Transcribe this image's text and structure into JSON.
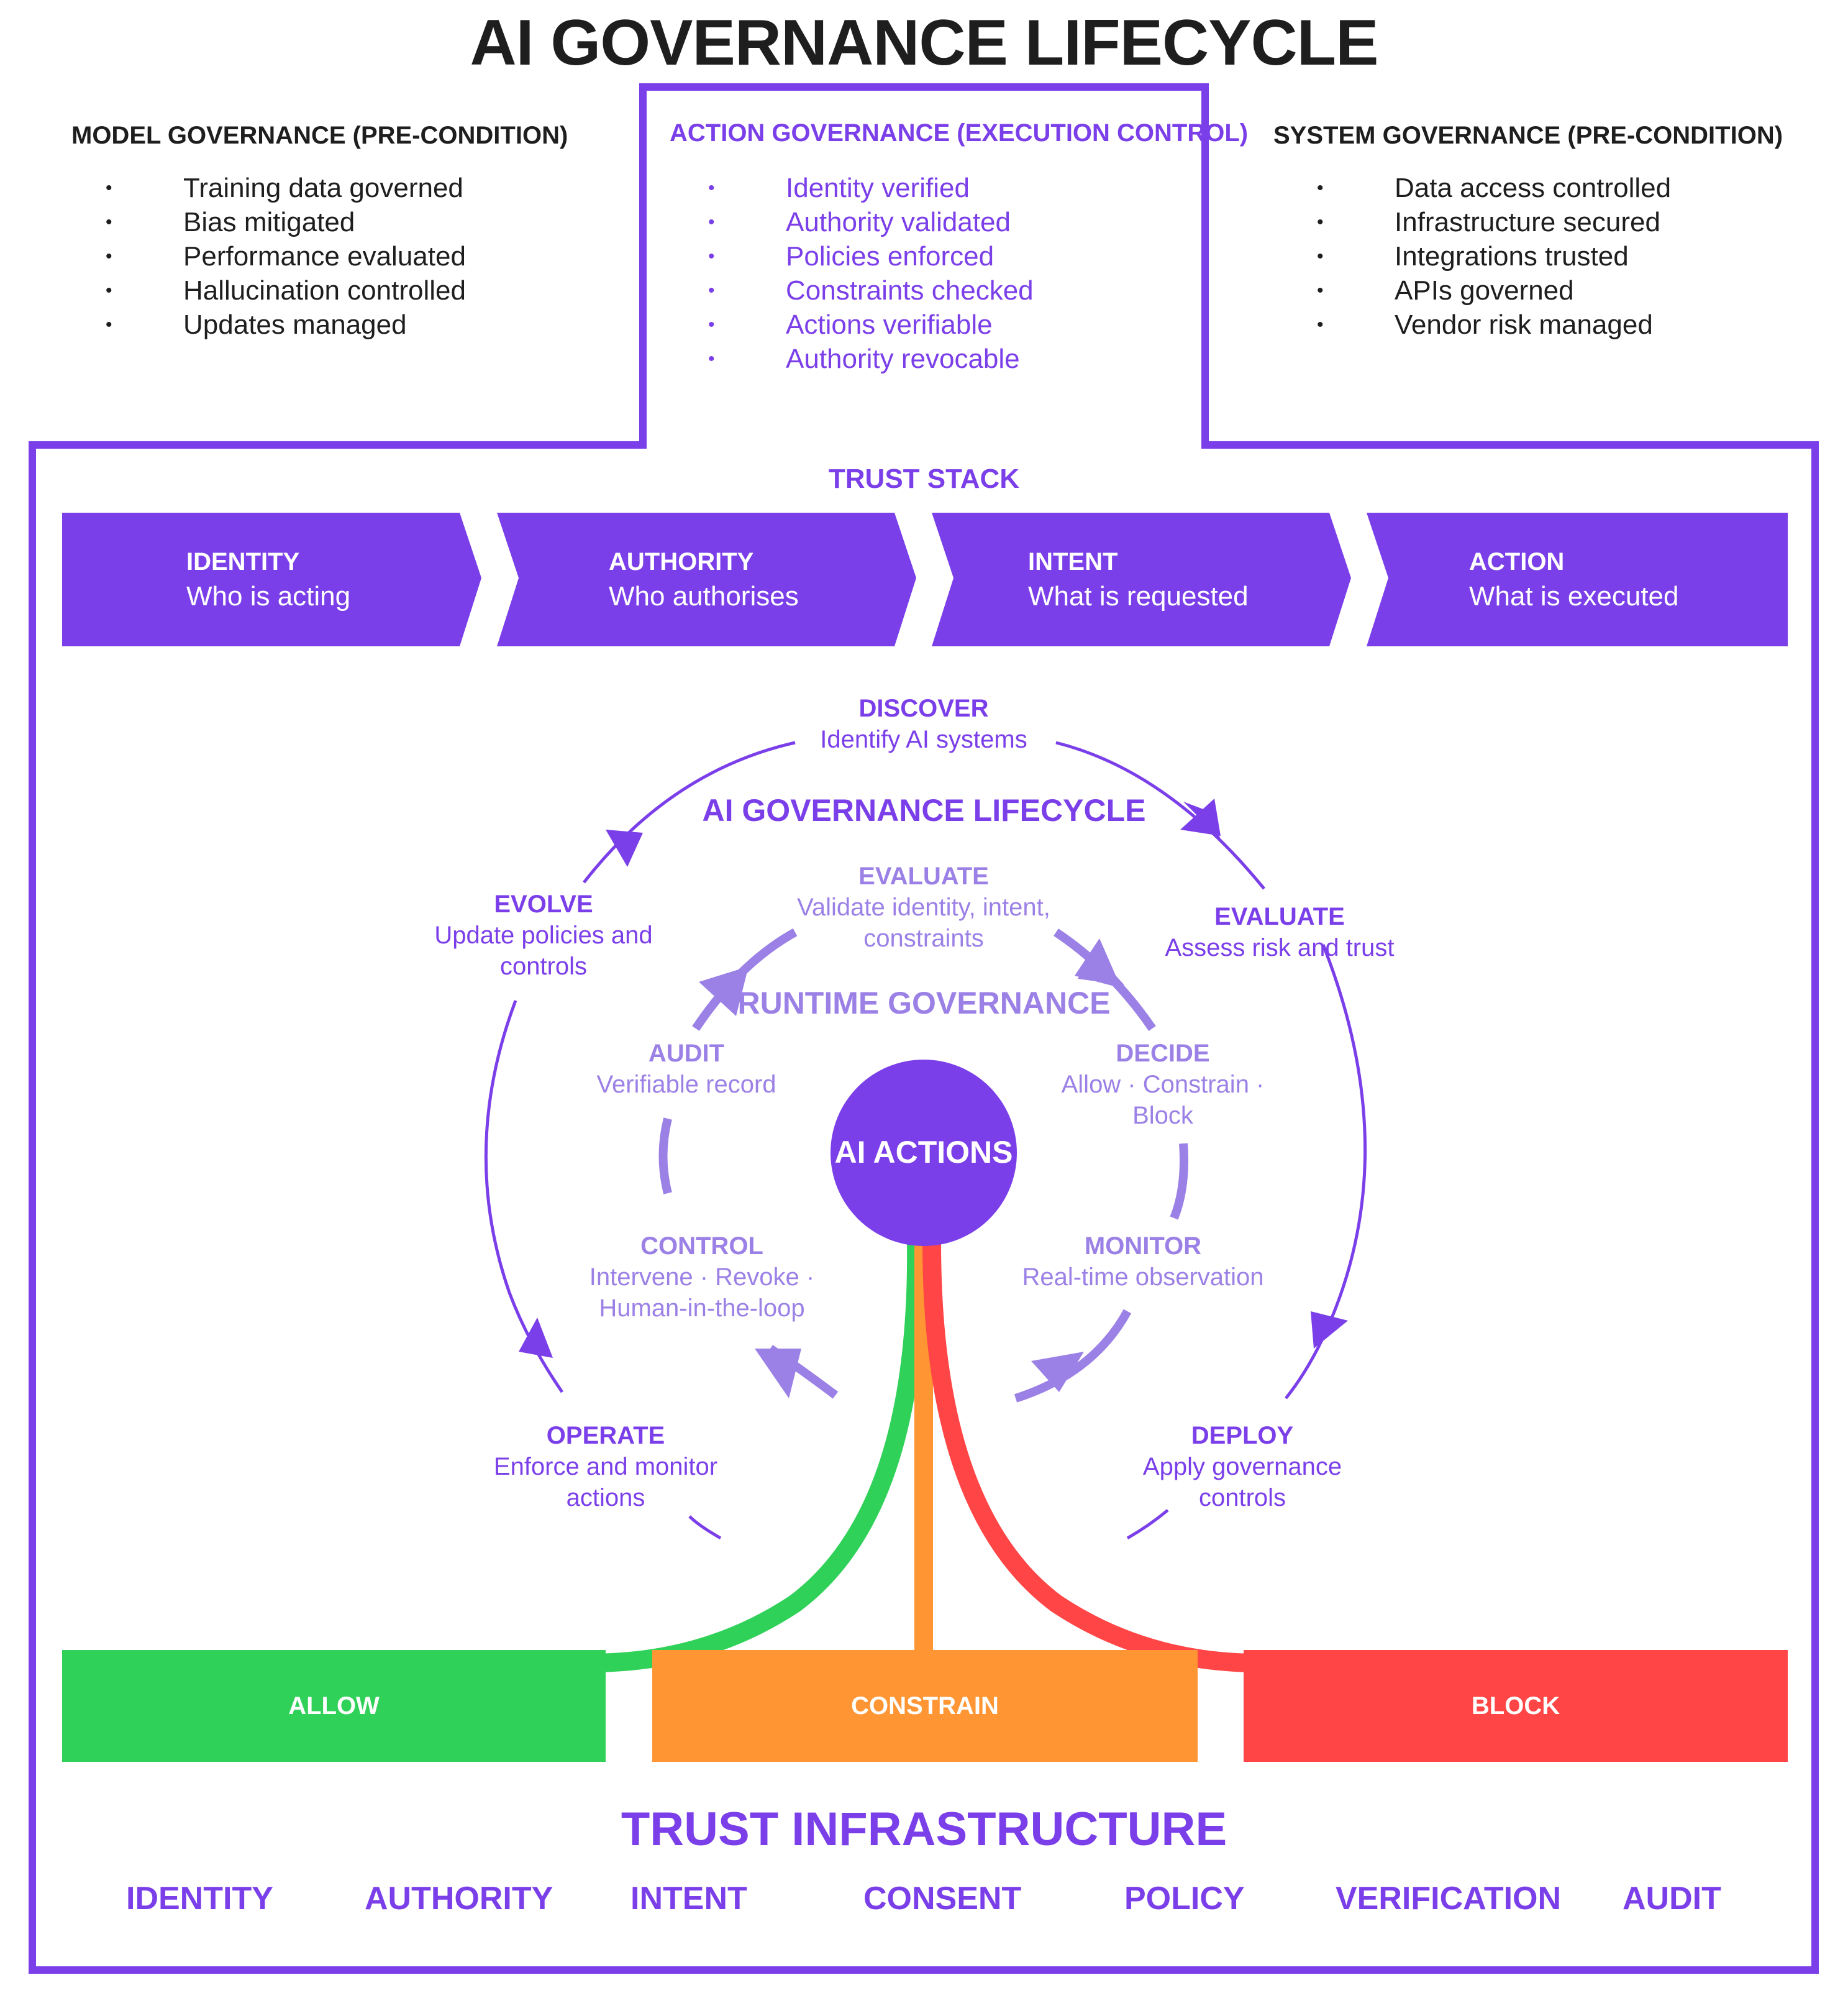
{
  "title": "AI GOVERNANCE LIFECYCLE",
  "columns": {
    "model": {
      "title": "MODEL GOVERNANCE (PRE-CONDITION)",
      "items": [
        "Training data governed",
        "Bias mitigated",
        "Performance evaluated",
        "Hallucination controlled",
        "Updates managed"
      ]
    },
    "action": {
      "title": "ACTION GOVERNANCE (EXECUTION CONTROL)",
      "items": [
        "Identity verified",
        "Authority validated",
        "Policies enforced",
        "Constraints checked",
        "Actions verifiable",
        "Authority revocable"
      ]
    },
    "system": {
      "title": "SYSTEM GOVERNANCE (PRE-CONDITION)",
      "items": [
        "Data access controlled",
        "Infrastructure secured",
        "Integrations trusted",
        "APIs governed",
        "Vendor risk managed"
      ]
    }
  },
  "trust_stack": {
    "title": "TRUST STACK",
    "steps": [
      {
        "label": "IDENTITY",
        "desc": "Who is acting"
      },
      {
        "label": "AUTHORITY",
        "desc": "Who authorises"
      },
      {
        "label": "INTENT",
        "desc": "What is requested"
      },
      {
        "label": "ACTION",
        "desc": "What is executed"
      }
    ]
  },
  "lifecycle": {
    "title": "AI GOVERNANCE LIFECYCLE",
    "discover": {
      "label": "DISCOVER",
      "desc": "Identify AI systems"
    },
    "evaluate": {
      "label": "EVALUATE",
      "desc": "Assess risk and trust"
    },
    "deploy": {
      "label": "DEPLOY",
      "desc1": "Apply governance",
      "desc2": "controls"
    },
    "operate": {
      "label": "OPERATE",
      "desc1": "Enforce and monitor",
      "desc2": "actions"
    },
    "evolve": {
      "label": "EVOLVE",
      "desc1": "Update policies and",
      "desc2": "controls"
    }
  },
  "runtime": {
    "title": "RUNTIME GOVERNANCE",
    "evaluate": {
      "label": "EVALUATE",
      "desc1": "Validate identity, intent,",
      "desc2": "constraints"
    },
    "decide": {
      "label": "DECIDE",
      "desc1": "Allow · Constrain ·",
      "desc2": "Block"
    },
    "monitor": {
      "label": "MONITOR",
      "desc": "Real-time observation"
    },
    "control": {
      "label": "CONTROL",
      "desc1": "Intervene · Revoke ·",
      "desc2": "Human-in-the-loop"
    },
    "audit": {
      "label": "AUDIT",
      "desc": "Verifiable record"
    }
  },
  "center": {
    "label": "AI ACTIONS"
  },
  "decisions": {
    "allow": "ALLOW",
    "constrain": "CONSTRAIN",
    "block": "BLOCK"
  },
  "infrastructure": {
    "title": "TRUST INFRASTRUCTURE",
    "items": [
      "IDENTITY",
      "AUTHORITY",
      "INTENT",
      "CONSENT",
      "POLICY",
      "VERIFICATION",
      "AUDIT"
    ]
  },
  "colors": {
    "purple": "#7b3fe9",
    "light_purple": "#9b80e6",
    "allow": "#30d158",
    "constrain": "#ff9533",
    "block": "#ff4545",
    "dark_text": "#1e1e1e"
  }
}
